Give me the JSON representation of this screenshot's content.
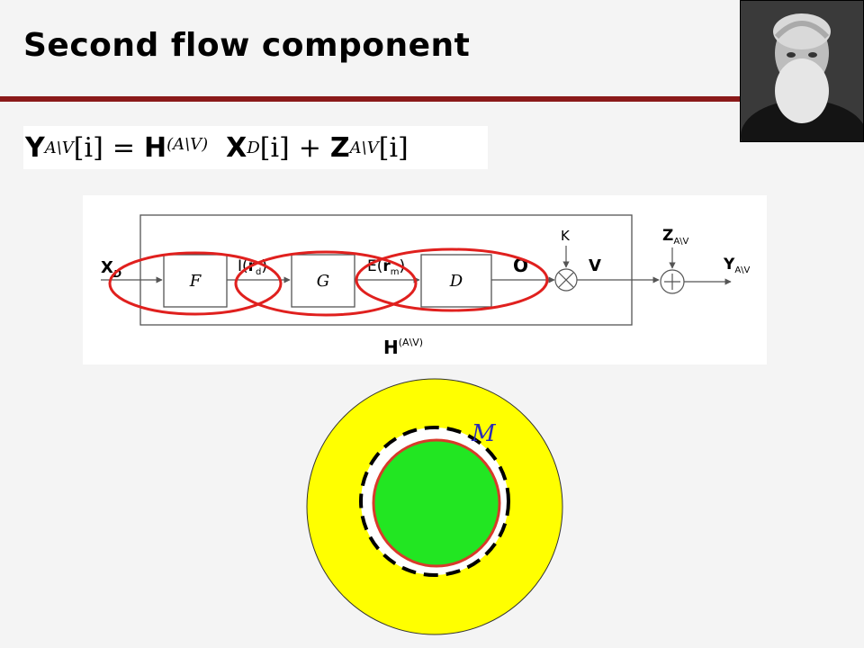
{
  "slide": {
    "title": "Second flow component"
  },
  "equation": {
    "lhs_symbol": "Y",
    "lhs_subscript": "A\\V",
    "lhs_index": "[i]",
    "equals": "=",
    "matrix_symbol": "H",
    "matrix_superscript": "(A\\V)",
    "input_symbol": "X",
    "input_subscript": "D",
    "input_index": "[i]",
    "plus": "+",
    "noise_symbol": "Z",
    "noise_subscript": "A\\V",
    "noise_index": "[i]"
  },
  "block_diagram": {
    "input_label": "X",
    "input_sub": "D",
    "block1": "F",
    "signal1": "I(",
    "signal1_bold": "r",
    "signal1_sub": "d",
    "signal1_close": ")",
    "block2": "G",
    "signal2": "E(",
    "signal2_bold": "r",
    "signal2_sub": "m",
    "signal2_close": ")",
    "block3": "D",
    "o_label": "O",
    "k_label": "K",
    "v_label": "V",
    "z_label": "Z",
    "z_sub": "A\\V",
    "y_label": "Y",
    "y_sub": "A\\V",
    "h_label": "H",
    "h_sup": "(A\\V)",
    "colors": {
      "highlight": "#e0201e",
      "line": "#555555"
    }
  },
  "circle_figure": {
    "boundary_label": "M",
    "colors": {
      "outer": "#ffff00",
      "inner": "#22e622",
      "inner_border": "#d83a2a",
      "dash": "#000000"
    }
  },
  "portrait": {
    "icon": "portrait-photo"
  }
}
